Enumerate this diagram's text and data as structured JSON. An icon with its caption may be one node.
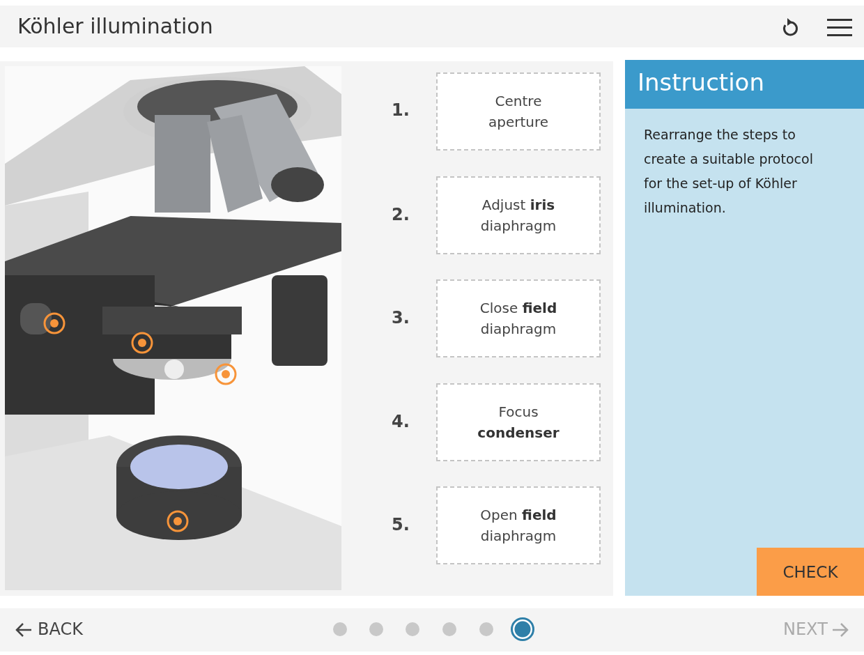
{
  "diagram": {
    "title": "Köhler illumination",
    "nodes": [
      {
        "text": [
          "Centre aperture"
        ]
      },
      {
        "text": [
          "Adjust **iris** diaphragm"
        ]
      },
      {
        "text": [
          "Close **field** diaphragm"
        ]
      },
      {
        "text": [
          "Focus **condenser**"
        ]
      },
      {
        "text": [
          "Open **field** diaphragm"
        ]
      },
      {
        "text": [
          "Instruction",
          "Rearrange the steps to create a suitable protocol for the set-up of Köhler illumination."
        ]
      }
    ],
    "labels": [
      "1.",
      "2.",
      "3.",
      "4.",
      "5.",
      "CHECK",
      "BACK",
      "NEXT"
    ]
  }
}
